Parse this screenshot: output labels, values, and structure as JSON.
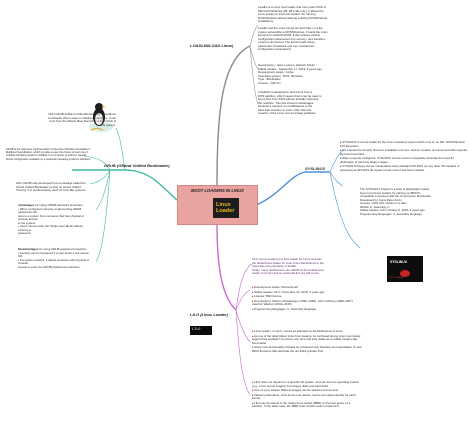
{
  "center": {
    "title": "BOOT LOADERS IN LINUX",
    "logo_text": "Linux\nLoader"
  },
  "branches": {
    "loadlin": "LOADLIN/LOAD Linux)",
    "grub": "GRUB (GRand Unified Bootloader)",
    "syslinux": "SYSLINUX",
    "lilo": "LILO (Linux Loader)"
  },
  "loadlin": {
    "desc_lines": [
      "Loadlin is a Linux boot loader that runs under DOS or",
      "Microsoft Windows (95, 98 & Me only). It allows the",
      "Linux system to load and replace the running",
      "DOS/Windows without altering existing DOS/Windows",
      "installations.",
      "",
      "Loadlin and the Linux kernel are both files on a file",
      "system accessible to DOS/Windows. It loads the Linux",
      "kernel from disk/CD-ROM. It then places various",
      "configuration parameters into memory, and transfers",
      "control to the kernel. The kernel reads these",
      "parameters (hardware and root, boot/kernel",
      "configuration parameters)"
    ],
    "info_lines": [
      "Developer(s) : Hans Lermen, Hamish Tinkler",
      "Stable release : September 17, 2013; 6 years ago",
      "Development status : Active",
      "Operating system : DOS, Windows",
      "Type : Bootloader",
      "License : GPLv2+"
    ],
    "usage_lines": [
      "LOADLIN is designed to boot Linux from a",
      "DOS partition, which means that it can be used to",
      "boot Linux from DOS without actually rebooting",
      "the machine. This has inherent advantages,",
      "because it requires no modifications to the",
      "hard disk structure to work, other than the",
      "creation of the Linux root and swap partitions."
    ]
  },
  "grub": {
    "intro_lines": [
      "GNU GRUB (GRand Unified Bootloader), a multiboot",
      "bootloader that is easy to install and configure. It can",
      "boot from the Master Boot Record or a boot block in",
      "a file system."
    ],
    "ref_lines": [
      "GRUB is the reference implementation of the Free Software Foundation's",
      "Multiboot Specification, which provides a user the choice to boot one of",
      "multiple operating systems installed on a computer or select a specific",
      "kernel configuration available on a particular operating system's partitions."
    ],
    "gnu_lines": [
      "GNU GRUB was developed from a package called the",
      "Grand Unified Bootloader (a play on Grand Unified",
      "Theory). It is predominantly used for Unix-like systems."
    ],
    "adv_title": "Advantages",
    "adv_lines": [
      "for Using GRUB password protection:",
      "• When configured correctly, implementing GRUB",
      "passwords will",
      "secure a system from someone that has physical or",
      "console access",
      "to the system.",
      "• Users cannot enter the Single-User Mode without",
      "entering a",
      "password."
    ],
    "dis_title": "Disadvantages",
    "dis_lines": [
      "for using GRUB password protection:",
      "• Security can be bypassed if a user boots a live rescue",
      "CD.",
      "• If a system restarts, it allows someone with physical or",
      "console",
      "access to enter the GRUB password protections."
    ]
  },
  "syslinux": {
    "bullets": [
      "SYSLINUX is a boot loader for the Linux|operating system which runs on an MS-|DOS/Windows FAT filesystem.",
      "It is intended to simplify first-time installation|of Linux, and for creation of rescue and other|special-purpose boot disks.",
      "When properly configured, SYSLINUX can be|used to completely eliminate the need for|distribution of raw boot floppy images.",
      "SYSLINUX floppy can be manipulated using|standard MS-DOS (or any other OS|capable of accessing an MS-DOS file system) tools once it|has been created."
    ],
    "project_lines": [
      "The SYSLINUX Project is a suite of lightweight master",
      "boot record boot loaders for starting up IBM PC",
      "compatible computers with the Linux kernel. Bootloader",
      "Developed by: Hans Peter Anvin",
      "License: GNU GPL version 2 or later",
      "Written in: Assembly, C",
      "Stable release: 6.04; October 6, 2016; 3 years ago",
      "Programming languages: C, Assembly language"
    ],
    "image_label": "SYSLINUX",
    "image_sub": "BOOT LOADER"
  },
  "lilo": {
    "intro_lines": [
      "LILO (Linux Loader) is a boot loader for Linux and was",
      "the default boot loader for most Linux distributions in the",
      "years after the popularity of loadlin.",
      "Today, many distributions use GRUB as the default boot",
      "loader, but LILO and its variant ELILO are still in use."
    ],
    "info_bullets": [
      "Development status: Discontinued",
      "Stable release: 24.2 / November 22, 2015; 3 years|ago",
      "License: BSD license",
      "Developer(s): Werner Almesberger (1992–1998),|John Coffman (1999–2007), Joachim Wiedorn|(2010–2015)",
      "Programming languages: C, Assembly language"
    ],
    "about_bullets": [
      "Linux Loader, or LILO, comes as standard on all|distributions of Linux.",
      "As one of the older/oldest Linux boot loaders, its|continued strong Linux community support has|enabled it to evolve over time and stay viable as a|usable modern-day boot loader.",
      "Some new functionality includes an enhanced user|interface and exploitation of new BIOS functions|that eliminate the old 1024-cylinder limit."
    ],
    "tech_bullets": [
      "LILO does not depend on a specific file system, and can|boot an operating system (e.g., Linux kernel images) from|floppy disks and hard disks.",
      "One of up to sixteen different images can be selected at|boot time.",
      "Various parameters, such as the root device, can be set|independently for each kernel.",
      "LILO can be placed in the master boot record (MBR) or|the boot sector of a partition. In the latter case, the MBR|must contain code to load LILO."
    ],
    "image_label": "LILO"
  },
  "colors": {
    "loadlin": "#8a8a8a",
    "grub": "#3fb8a4",
    "syslinux": "#4a8fd8",
    "lilo": "#c76ad0",
    "center_fill": "#e9a3a0"
  }
}
